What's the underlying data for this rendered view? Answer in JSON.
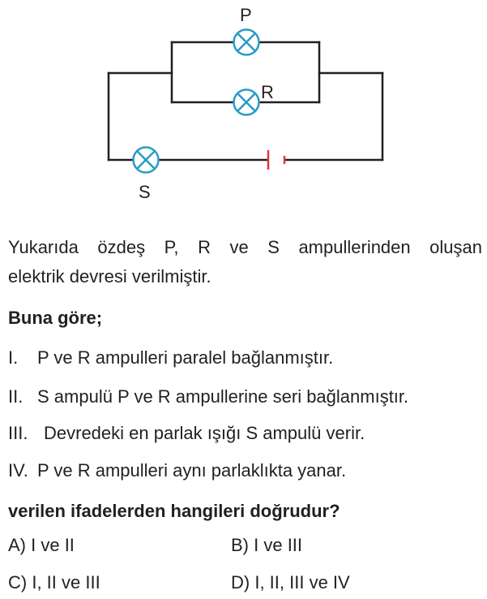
{
  "circuit": {
    "lamp_labels": {
      "P": "P",
      "R": "R",
      "S": "S"
    },
    "wire_color": "#231f20",
    "lamp_color": "#2a9bc4",
    "battery_color": "#e2353d"
  },
  "intro": {
    "line1": "Yukarıda özdeş P, R ve S ampullerinden oluşan",
    "line2": "elektrik devresi verilmiştir."
  },
  "prompt": "Buna göre;",
  "statements": [
    {
      "num": "I.",
      "text": "P ve R ampulleri paralel bağlanmıştır."
    },
    {
      "num": "II.",
      "text": "S ampulü P ve R ampullerine seri bağlanmıştır."
    },
    {
      "num": "III.",
      "text": "Devredeki en parlak ışığı S ampulü verir."
    },
    {
      "num": "IV.",
      "text": "P ve R ampulleri aynı parlaklıkta yanar."
    }
  ],
  "question": "verilen ifadelerden hangileri doğrudur?",
  "options": [
    {
      "letter": "A)",
      "text": "I ve II"
    },
    {
      "letter": "B)",
      "text": "I ve III"
    },
    {
      "letter": "C)",
      "text": "I, II ve III"
    },
    {
      "letter": "D)",
      "text": "I, II, III ve IV"
    }
  ]
}
